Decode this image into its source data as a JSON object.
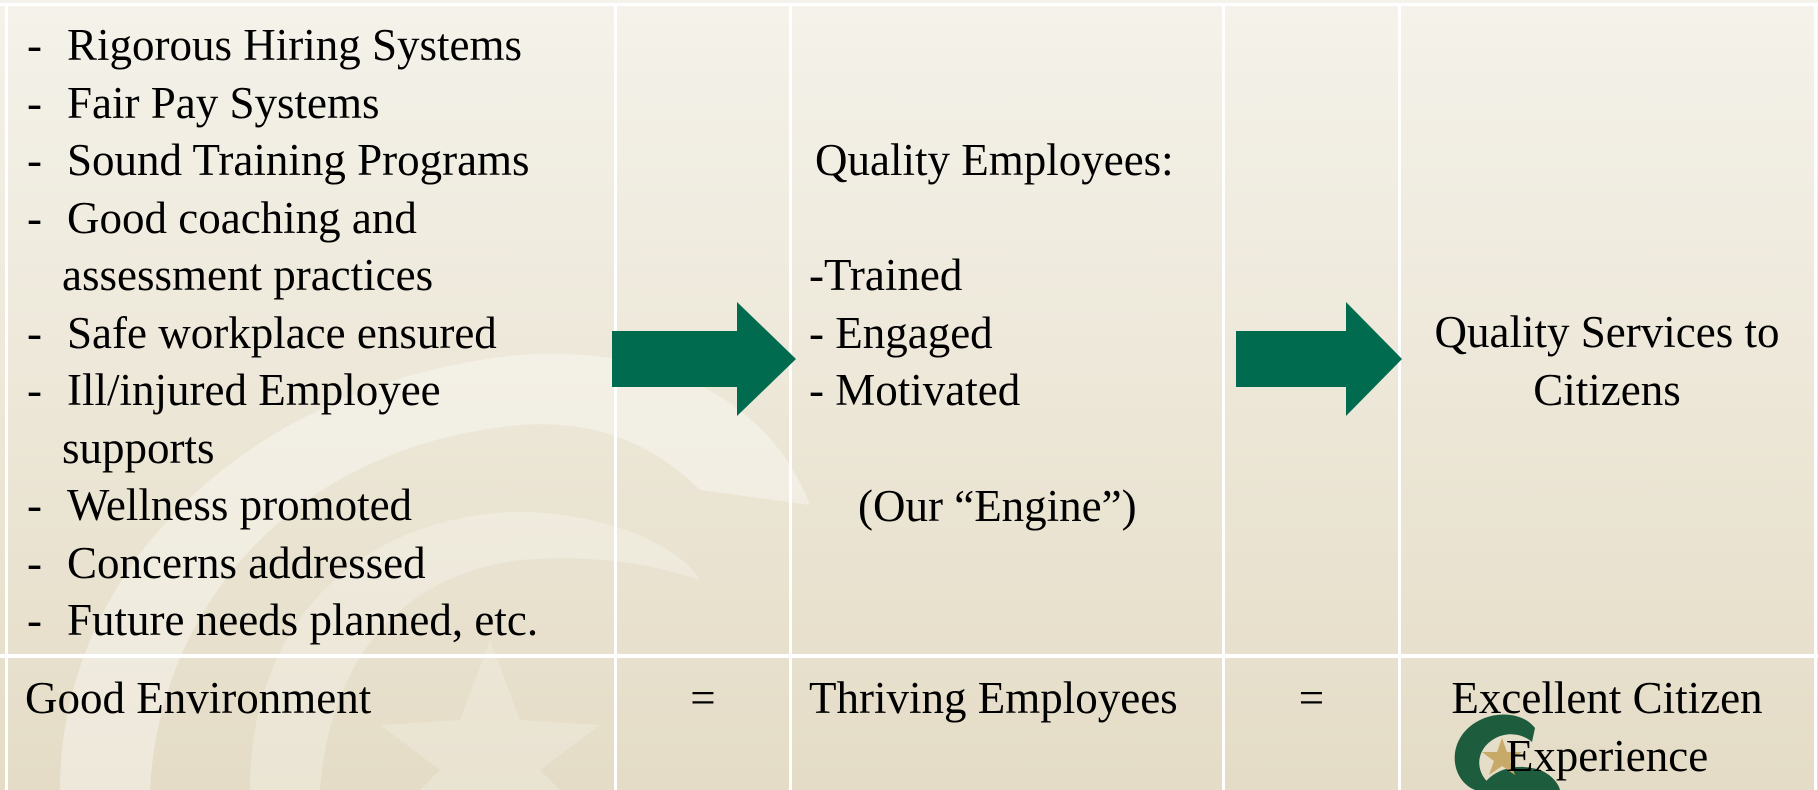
{
  "left_column": {
    "items": [
      [
        "Rigorous Hiring Systems"
      ],
      [
        "Fair Pay Systems"
      ],
      [
        "Sound Training Programs"
      ],
      [
        "Good coaching and",
        "assessment practices"
      ],
      [
        "Safe workplace ensured"
      ],
      [
        "Ill/injured Employee",
        "supports"
      ],
      [
        "Wellness promoted"
      ],
      [
        "Concerns addressed"
      ],
      [
        "Future needs planned, etc."
      ]
    ]
  },
  "middle_column": {
    "heading": "Quality Employees:",
    "items": [
      "-Trained",
      "- Engaged",
      "- Motivated"
    ],
    "note": "(Our “Engine”)"
  },
  "right_column": {
    "line1": "Quality Services to",
    "line2": "Citizens"
  },
  "bottom_row": {
    "left": "Good Environment",
    "equals1": "=",
    "middle": "Thriving Employees",
    "equals2": "=",
    "right_line1": "Excellent Citizen",
    "right_line2": "Experience"
  },
  "colors": {
    "arrow": "#006b4f",
    "logo_green": "#1e5c3e",
    "logo_gold": "#c7a968",
    "grid": "#ffffff"
  },
  "icons": [
    "right-arrow-icon",
    "county-logo-icon",
    "watermark-logo-icon"
  ]
}
